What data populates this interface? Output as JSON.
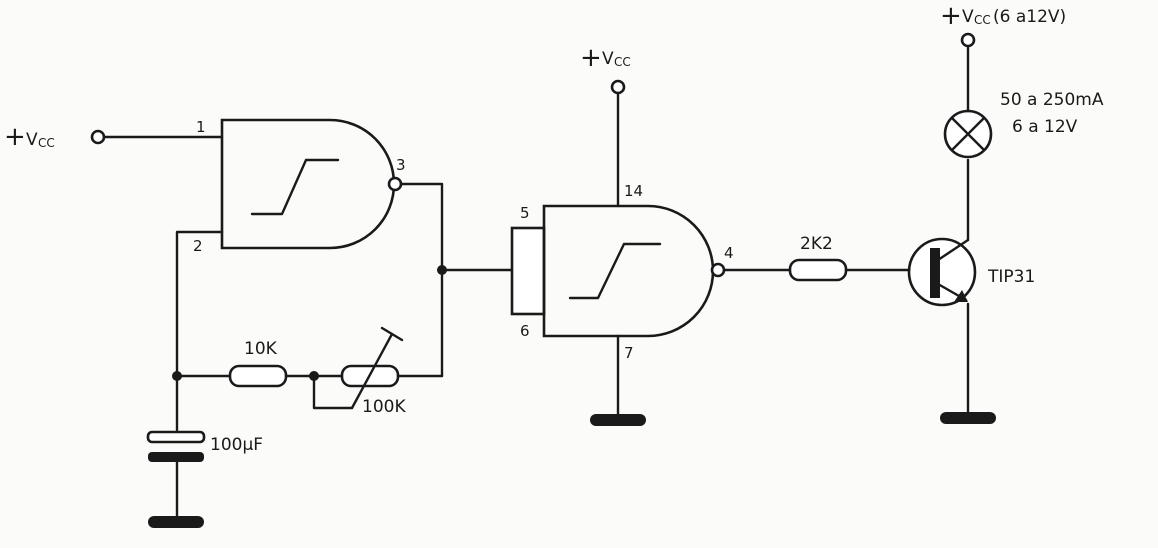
{
  "supply_left": {
    "plus": "+",
    "v": "V",
    "sub": "CC"
  },
  "supply_mid": {
    "plus": "+",
    "v": "V",
    "sub": "CC"
  },
  "supply_right": {
    "plus": "+",
    "v": "V",
    "sub": "CC",
    "suffix": "(6 a12V)"
  },
  "gate1": {
    "pin_in_a": "1",
    "pin_in_b": "2",
    "pin_out": "3"
  },
  "gate2": {
    "pin_in_a": "5",
    "pin_in_b": "6",
    "pin_out": "4",
    "pin_vcc": "14",
    "pin_gnd": "7"
  },
  "components": {
    "resistor_fixed": "10K",
    "potentiometer": "100K",
    "capacitor": "100µF",
    "resistor_base": "2K2",
    "transistor": "TIP31",
    "lamp_line1": "50 a 250mA",
    "lamp_line2": "6 a 12V"
  }
}
